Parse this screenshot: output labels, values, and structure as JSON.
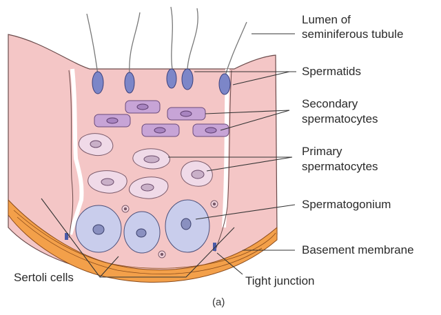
{
  "labels": {
    "lumen": [
      "Lumen of",
      "seminiferous tubule"
    ],
    "spermatids": "Spermatids",
    "secondary": [
      "Secondary",
      "spermatocytes"
    ],
    "primary": [
      "Primary",
      "spermatocytes"
    ],
    "spermatogonium": "Spermatogonium",
    "basement": "Basement membrane",
    "sertoli": "Sertoli cells",
    "tight_junction": "Tight junction",
    "caption": "(a)"
  },
  "colors": {
    "tubule_wall": "#f4c6c6",
    "wall_outline": "#6a4a4a",
    "spermatid": "#7c86c8",
    "secondary": "#c7a4d6",
    "primary": "#f0dae8",
    "spermatogonium": "#c9cdec",
    "basement": "#f3a04a",
    "tight_junction": "#4a5aa8"
  }
}
